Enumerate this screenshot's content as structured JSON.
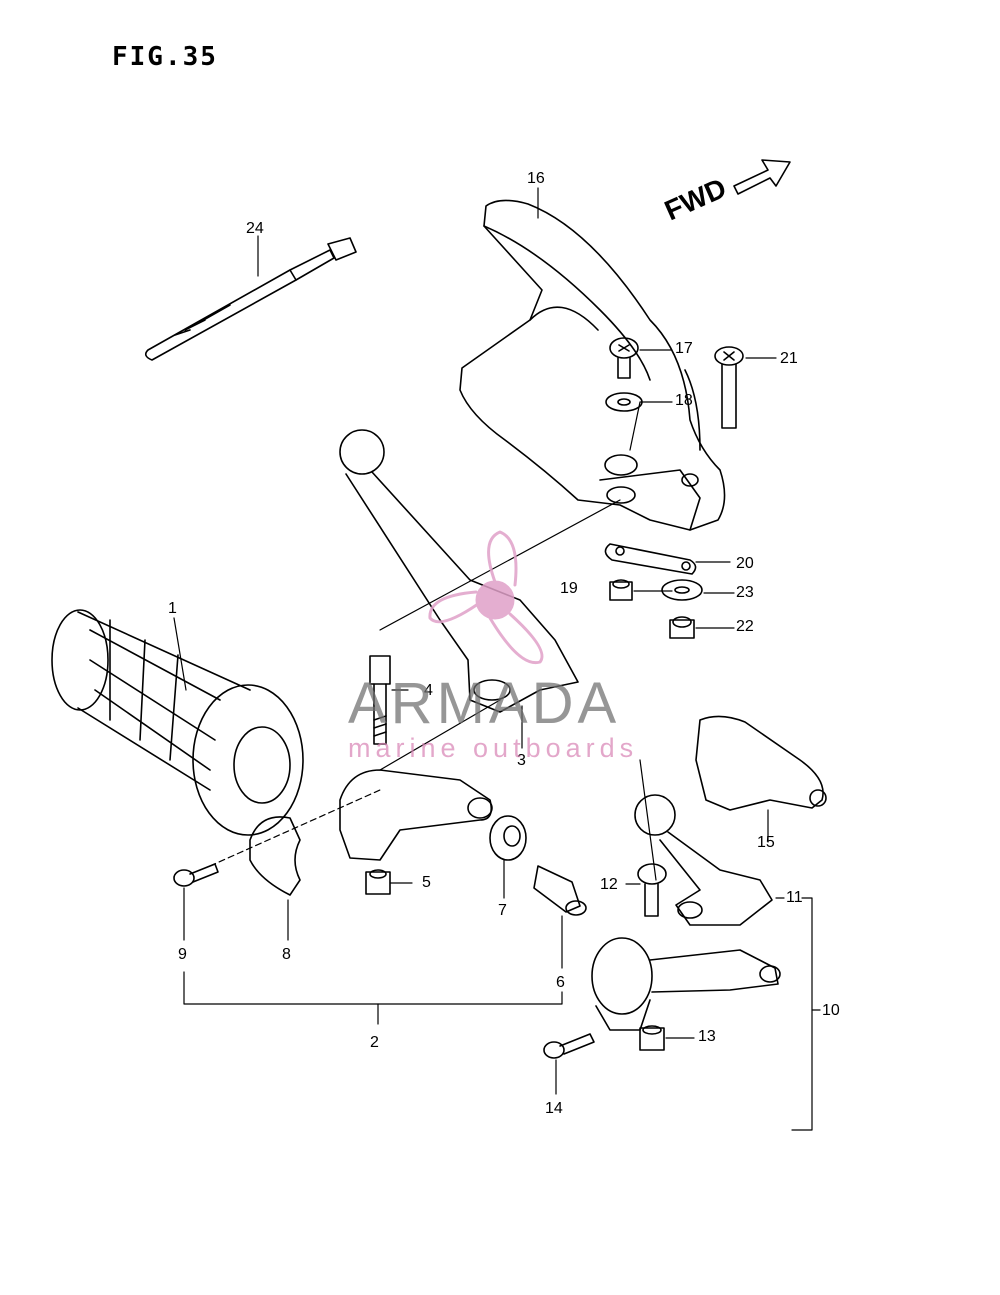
{
  "figure": {
    "title": "FIG.35",
    "direction_label": "FWD"
  },
  "watermark": {
    "brand": "ARMADA",
    "tagline": "marine outboards",
    "brand_color": "#6f6f6f",
    "tagline_color": "#d986b6",
    "logo_color": "#e0a0c8"
  },
  "callouts": [
    "1",
    "2",
    "3",
    "4",
    "5",
    "6",
    "7",
    "8",
    "9",
    "10",
    "11",
    "12",
    "13",
    "14",
    "15",
    "16",
    "17",
    "18",
    "19",
    "20",
    "21",
    "22",
    "23",
    "24"
  ],
  "colors": {
    "line": "#000000",
    "background": "#ffffff"
  }
}
